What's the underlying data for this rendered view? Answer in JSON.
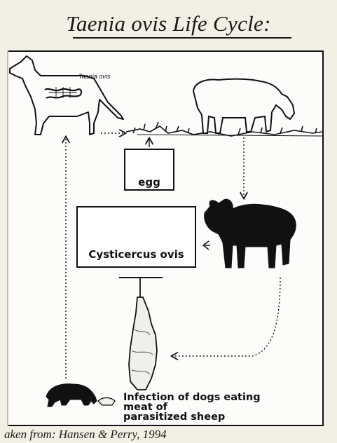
{
  "title": "Taenia ovis Life Cycle:",
  "parasite_label": "Taenia ovis",
  "stages": {
    "egg": "egg",
    "cyst": "Cysticercus ovis"
  },
  "caption": {
    "line1": "Infection of dogs eating",
    "line2": "meat of",
    "line3": "parasitized sheep"
  },
  "source": "aken from: Hansen & Perry, 1994",
  "colors": {
    "background": "#f2efe4",
    "ink": "#111111"
  }
}
